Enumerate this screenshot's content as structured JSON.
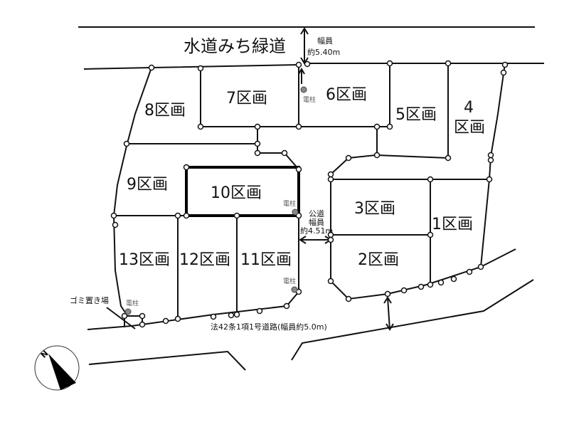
{
  "title_road": "水道みち緑道",
  "top_width": {
    "label": "幅員",
    "value": "約5.40m"
  },
  "public_road": {
    "line1": "公道",
    "line2": "幅員",
    "line3": "約4.51m"
  },
  "bottom_road": "法42条1項1号道路(幅員約5.0m)",
  "garbage": "ゴミ置き場",
  "pole_label": "電柱",
  "lots": {
    "l1": "1区画",
    "l2": "2区画",
    "l3": "3区画",
    "l4a": "4",
    "l4b": "区画",
    "l5": "5区画",
    "l6": "6区画",
    "l7": "7区画",
    "l8": "8区画",
    "l9": "9区画",
    "l10": "10区画",
    "l11": "11区画",
    "l12": "12区画",
    "l13": "13区画"
  },
  "compass": {
    "north": "N"
  }
}
